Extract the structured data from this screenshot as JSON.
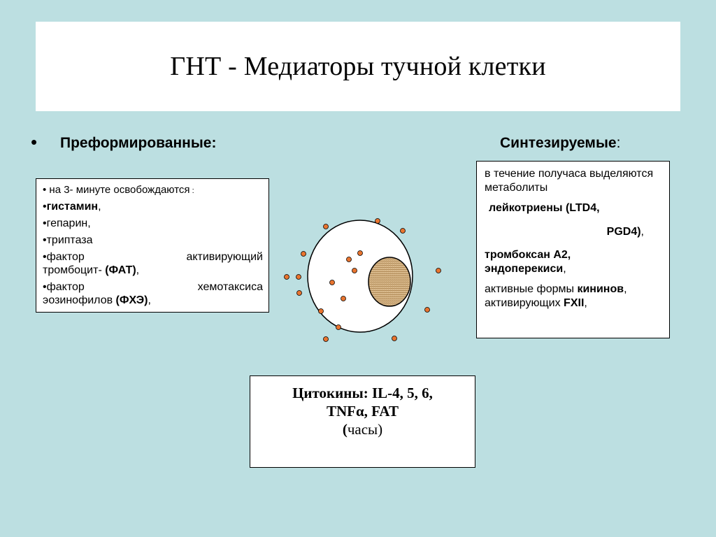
{
  "title": "ГНТ - Медиаторы тучной клетки",
  "bullet": "•",
  "left_heading": "Преформированные:",
  "right_heading": "Синтезируемые",
  "right_heading_colon": ":",
  "left_box": {
    "item1_text": "• на 3- минуте  освобождаются",
    "item1_colon": " :",
    "histamine_prefix": "•",
    "histamine": "гистамин",
    "histamine_suffix": ",",
    "heparin": "•гепарин,",
    "tryptase": "•триптаза",
    "paf_line1_a": "•фактор",
    "paf_line1_b": "активирующий",
    "paf_line2_a": "тромбоцит- ",
    "paf_abbr": "(ФАТ)",
    "paf_line2_c": ",",
    "ecf_line1_a": "•фактор",
    "ecf_line1_b": "хемотаксиса",
    "ecf_line2_a": "эозинофилов ",
    "ecf_abbr": "(ФХЭ)",
    "ecf_line2_c": ","
  },
  "right_box": {
    "intro": "в течение получаса выделяются метаболиты",
    "leukotrienes": "лейкотриены (LTD4,",
    "pgd4": "PGD4)",
    "pgd4_suffix": ",",
    "thromboxane": "тромбоксан А2,",
    "endoperoxides": "эндоперекиси",
    "endoperoxides_suffix": ",",
    "kinins_prefix": "активные формы ",
    "kinins": "кининов",
    "kinins_suffix": ",",
    "fxii_prefix": "активирующих ",
    "fxii": "FXII",
    "fxii_suffix": ","
  },
  "cytokines": {
    "line1": "Цитокины: IL-4, 5, 6,",
    "line2": "TNFα,   FAT",
    "line3_open": "(",
    "line3_text": "часы)"
  },
  "colors": {
    "background": "#bcdfe1",
    "granule": "#e8742f",
    "nucleus": "#d4b486"
  }
}
